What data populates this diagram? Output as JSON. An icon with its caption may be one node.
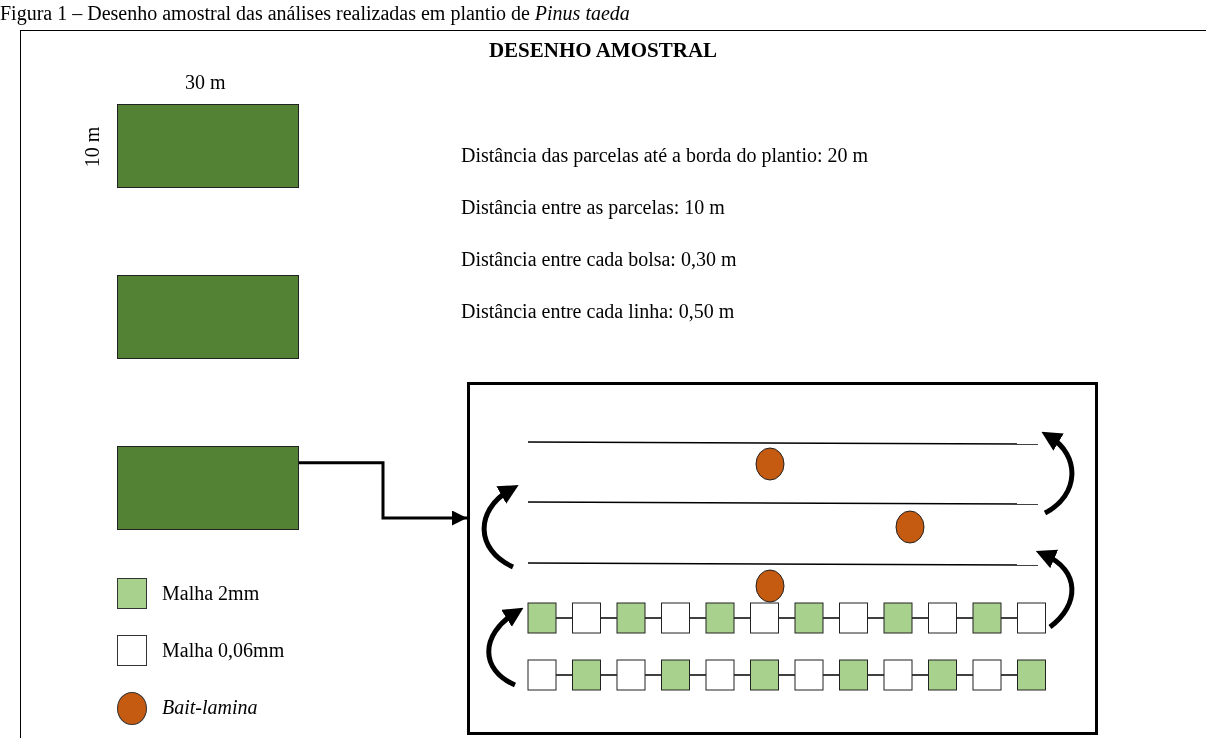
{
  "diagram": {
    "title": "DESENHO AMOSTRAL",
    "caption": "Figura 1 – Desenho amostral das análises realizadas em plantio de *Pinus taeda*",
    "nodes": [
      {
        "text": [],
        "shape": "box"
      },
      {
        "text": [],
        "shape": "box"
      },
      {
        "text": [],
        "shape": "box"
      },
      {
        "text": [],
        "shape": "box"
      }
    ],
    "edges": [
      {
        "from": 2,
        "to": 3,
        "arrow": "to"
      }
    ],
    "labels": [
      "30 m",
      "10 m",
      "Distância das parcelas até a borda do plantio: 20 m",
      "Distância entre as parcelas: 10 m",
      "Distância entre cada bolsa: 0,30 m",
      "Distância entre cada linha: 0,50 m"
    ],
    "legend": [
      {
        "text": "Malha 2mm",
        "color": "#a9d18e"
      },
      {
        "text": "Malha 0,06mm",
        "color": "#ffffff"
      },
      {
        "text": "Bait-lamina",
        "color": "#c55a11"
      }
    ]
  }
}
